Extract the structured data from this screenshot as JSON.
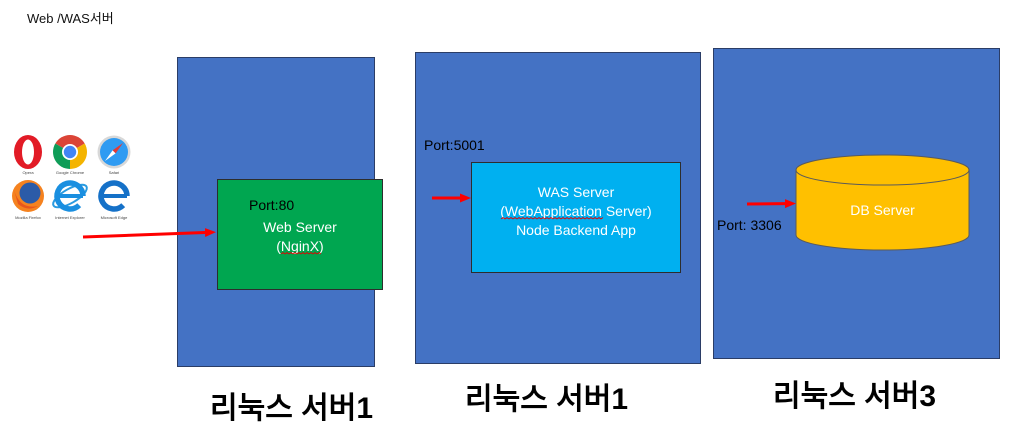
{
  "page": {
    "title": "Web /WAS서버"
  },
  "browsers": {
    "items": [
      {
        "label": "Opera",
        "icon": "opera-icon"
      },
      {
        "label": "Google Chrome",
        "icon": "chrome-icon"
      },
      {
        "label": "Safari",
        "icon": "safari-icon"
      },
      {
        "label": "Mozilla Firefox",
        "icon": "firefox-icon"
      },
      {
        "label": "Internet Explorer",
        "icon": "internet-explorer-icon"
      },
      {
        "label": "Microsoft Edge",
        "icon": "edge-icon"
      }
    ]
  },
  "servers": [
    {
      "caption": "리눅스 서버1",
      "port": "Port:80",
      "component": {
        "name": "Web Server",
        "detail": "(NginX)"
      }
    },
    {
      "caption": "리눅스 서버1",
      "port": "Port:5001",
      "component": {
        "name": "WAS Server",
        "detail": "(WebApplication Server)",
        "extra": "Node Backend App"
      }
    },
    {
      "caption": "리눅스 서버3",
      "port": "Port: 3306",
      "component": {
        "name": "DB Server"
      }
    }
  ],
  "colors": {
    "server_box": "#4472C4",
    "web_server": "#00A650",
    "was_server": "#00B0F0",
    "db_server": "#FFC000",
    "arrow": "#FF0000"
  }
}
